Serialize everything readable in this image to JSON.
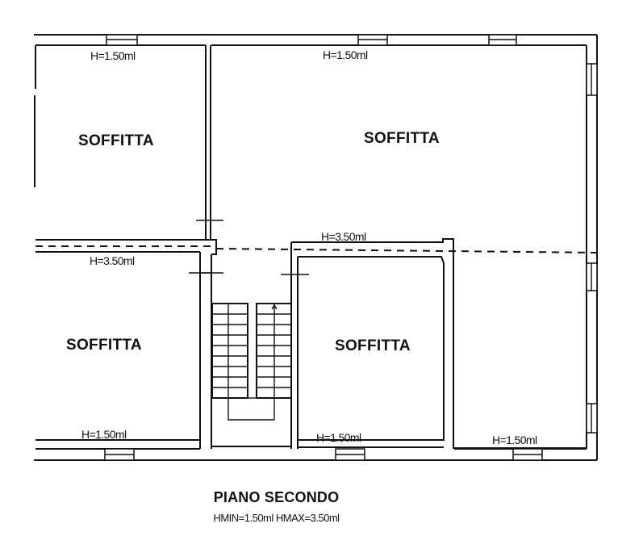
{
  "plan": {
    "title": "PIANO SECONDO",
    "subtitle": "HMIN=1.50ml HMAX=3.50ml",
    "rooms": [
      {
        "id": "top-left",
        "label": "SOFFITTA",
        "height_labels": [
          "H=1.50ml"
        ]
      },
      {
        "id": "top-right",
        "label": "SOFFITTA",
        "height_labels": [
          "H=1.50ml",
          "H=3.50ml"
        ]
      },
      {
        "id": "bottom-left",
        "label": "SOFFITTA",
        "height_labels": [
          "H=3.50ml",
          "H=1.50ml"
        ]
      },
      {
        "id": "bottom-middle",
        "label": "SOFFITTA",
        "height_labels": [
          "H=1.50ml"
        ]
      },
      {
        "id": "bottom-right",
        "label": "",
        "height_labels": [
          "H=1.50ml"
        ]
      }
    ],
    "stair": {
      "label": "",
      "direction_arrow": "up"
    },
    "colors": {
      "line": "#111111",
      "background": "#ffffff"
    }
  }
}
